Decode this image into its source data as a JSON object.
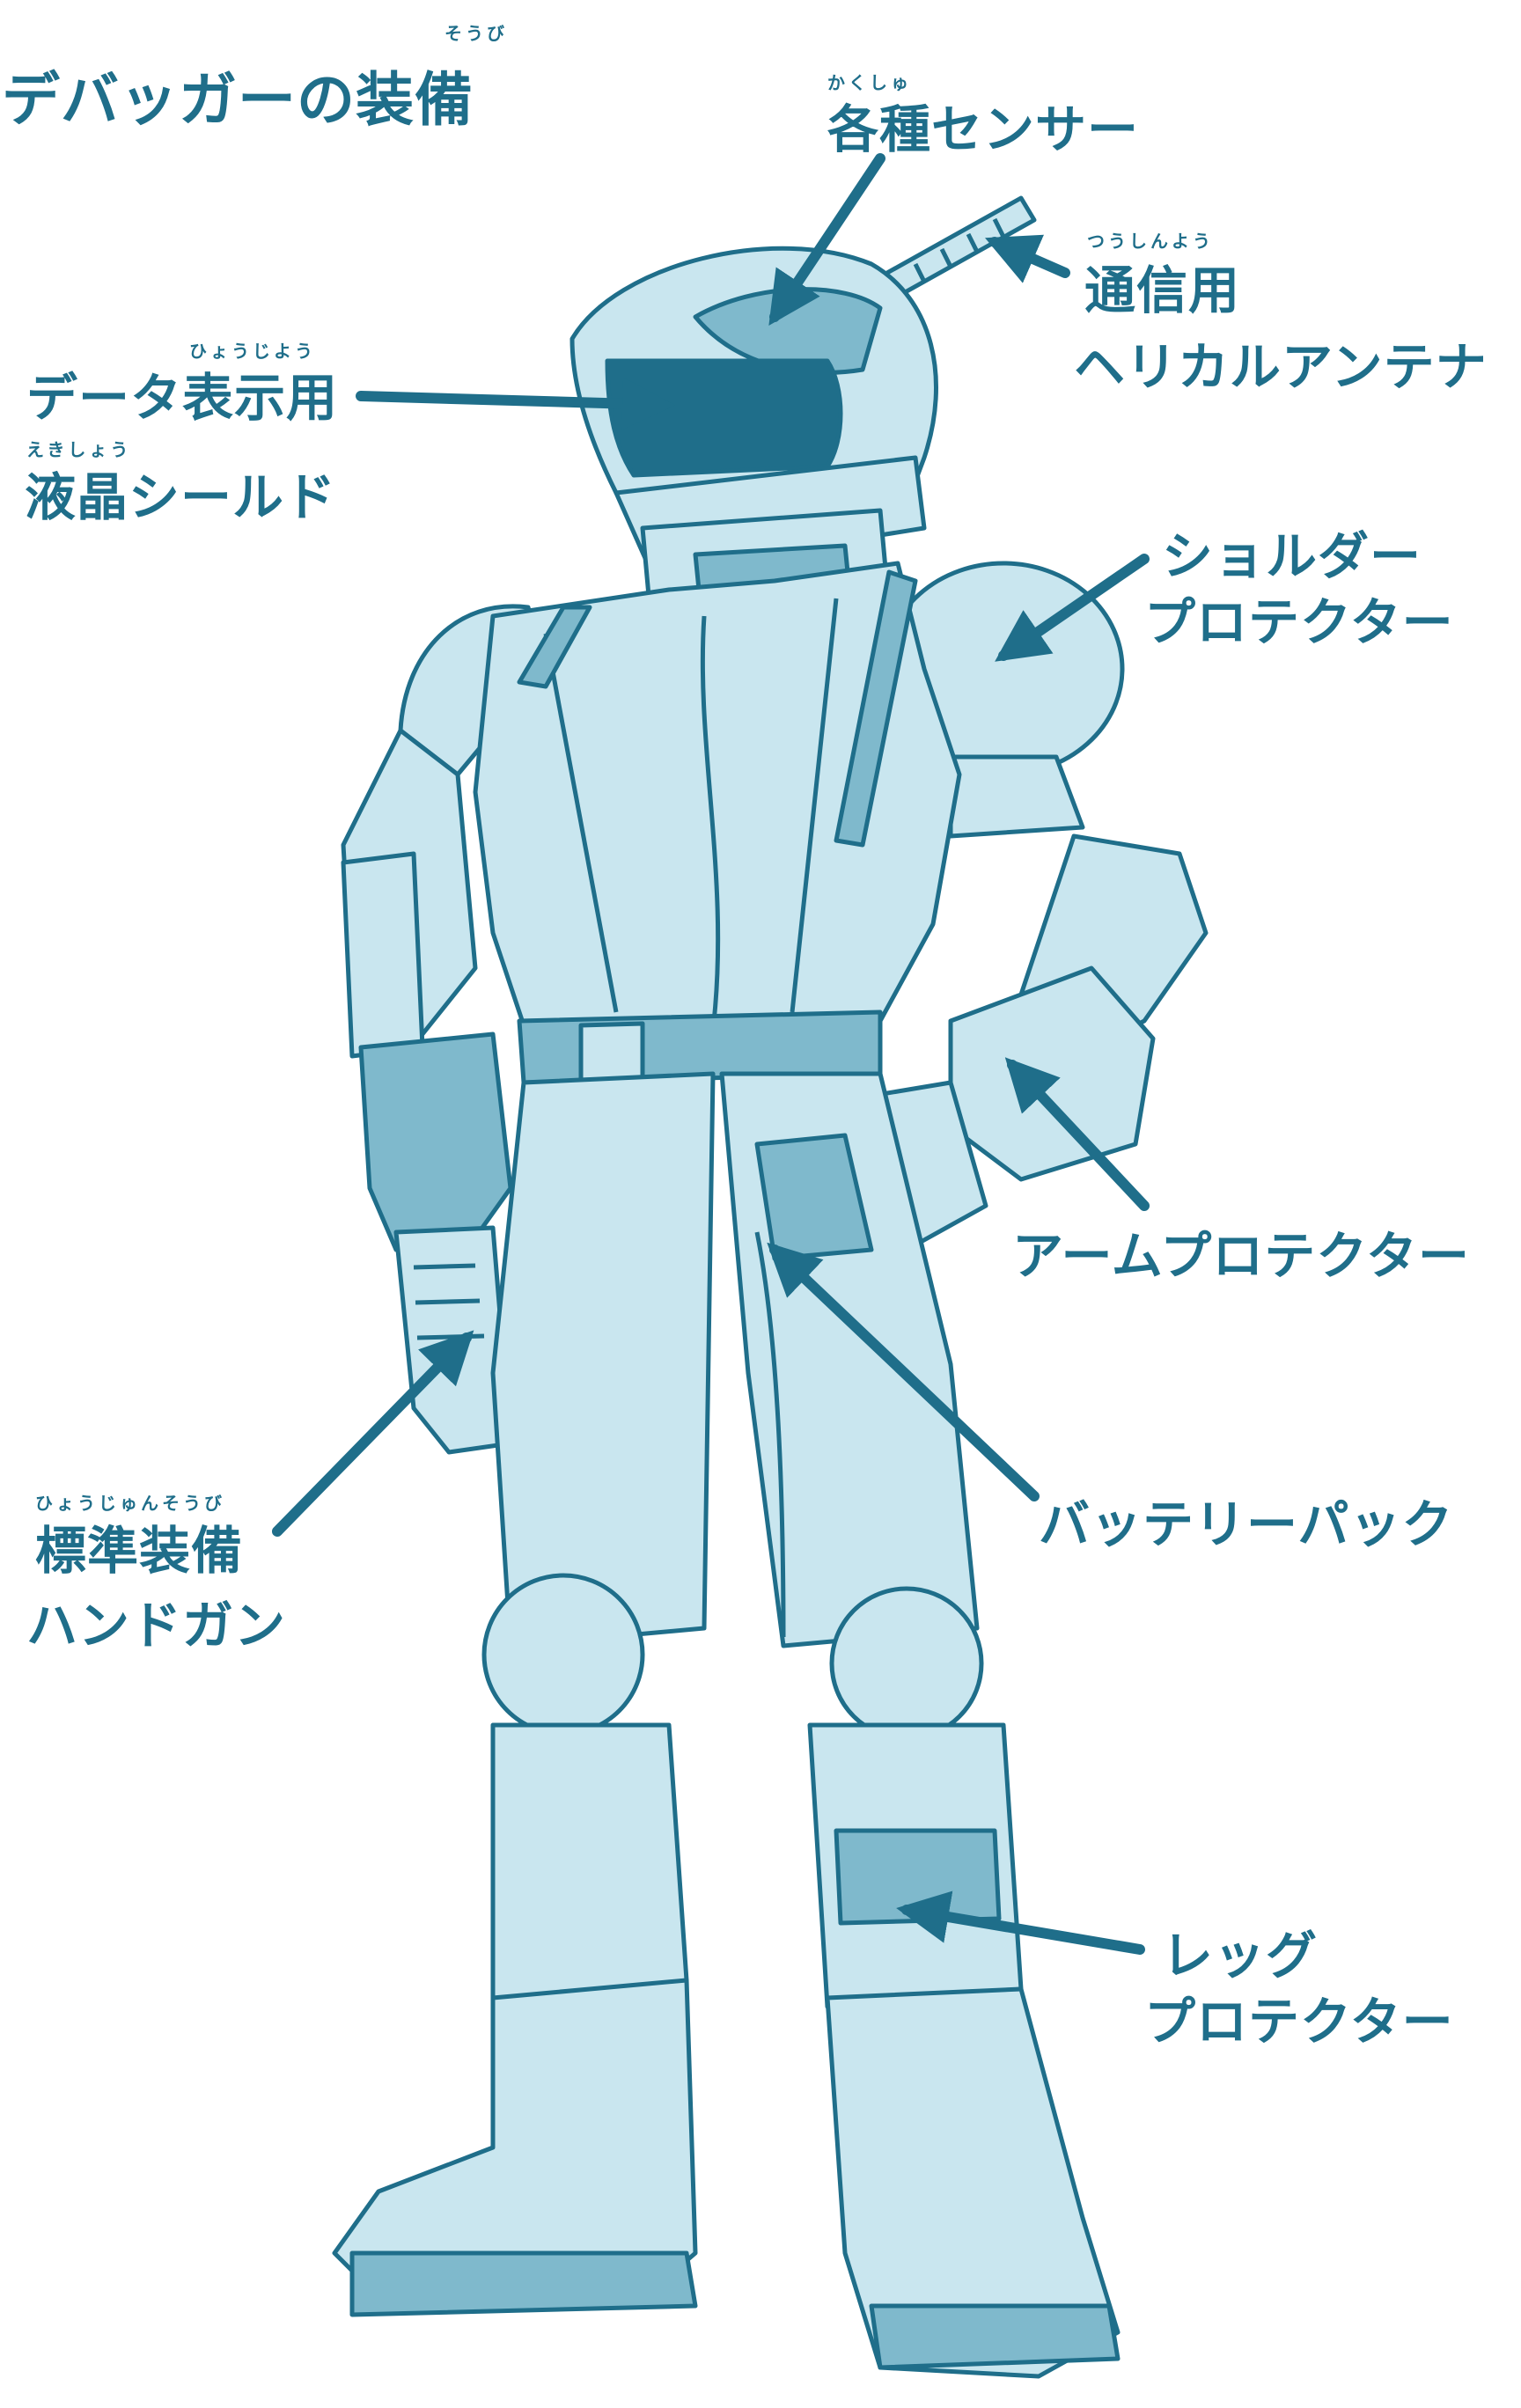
{
  "title": {
    "text": "デバッガーの装備",
    "ruby": "そうび"
  },
  "labels": {
    "sensor": {
      "text": "各種センサー",
      "ruby": "かくしゅ"
    },
    "antenna_line1": {
      "text": "通信用",
      "ruby": "つうしんよう"
    },
    "antenna_line2": {
      "text": "ヘリカルアンテナ"
    },
    "shield_line1": {
      "text": "データ表示用",
      "ruby": "ひょうじよう"
    },
    "shield_line2": {
      "text": "液晶シールド",
      "ruby": "えきしょう"
    },
    "shoulder_line1": {
      "text": "ショルダー"
    },
    "shoulder_line2": {
      "text": "プロテクター"
    },
    "arm": {
      "text": "アームプロテクター"
    },
    "battery": {
      "text": "バッテリーパック"
    },
    "gun_line1": {
      "text": "標準装備",
      "ruby": "ひょうじゅんそうび"
    },
    "gun_line2": {
      "text": "ハンドガン"
    },
    "leg_line1": {
      "text": "レッグ"
    },
    "leg_line2": {
      "text": "プロテクター"
    }
  },
  "colors": {
    "ink": "#1f6e8a",
    "fill": "#c9e6ef",
    "fill_dark": "#7fb9cc",
    "background": "#ffffff"
  }
}
